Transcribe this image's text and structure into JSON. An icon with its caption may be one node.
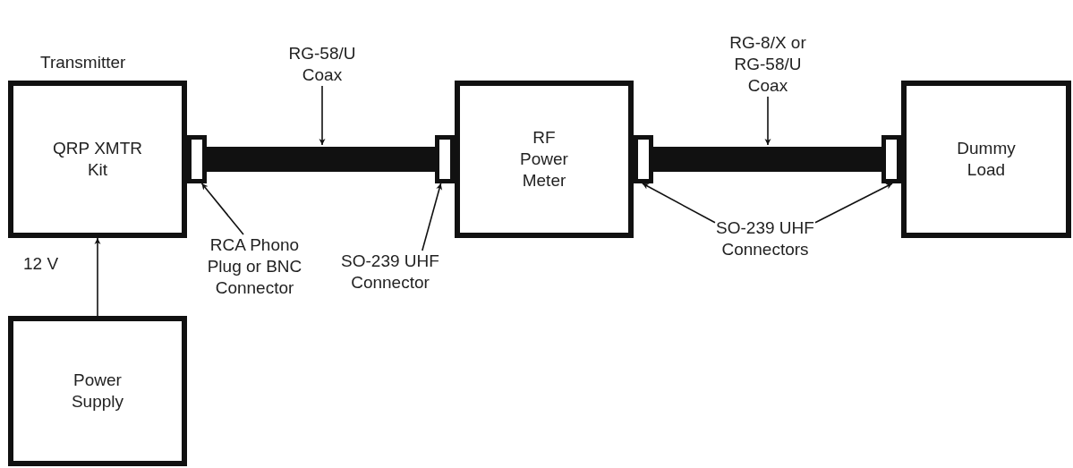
{
  "diagram": {
    "nodes": [
      {
        "text": [
          "QRP XMTR Kit"
        ],
        "beside": [
          "Transmitter"
        ]
      },
      {
        "text": [],
        "shape": "box"
      },
      {
        "text": [],
        "shape": "box"
      },
      {
        "text": [
          "RF Power Meter"
        ]
      },
      {
        "text": [],
        "shape": "box"
      },
      {
        "text": [],
        "shape": "box"
      },
      {
        "text": [
          "Dummy Load"
        ]
      },
      {
        "text": [
          "RG-58/U Coax"
        ]
      },
      {
        "text": [
          "RG-8/X or RG-58/U Coax"
        ]
      },
      {
        "text": [
          "RCA Phono Plug or BNC Connector"
        ]
      },
      {
        "text": [
          "SO-239 UHF Connector"
        ]
      },
      {
        "text": [
          "SO-239 UHF Connectors"
        ]
      },
      {
        "text": [
          "Power Supply"
        ]
      }
    ],
    "edges": [
      {
        "from": 12,
        "to": 0,
        "arrow": "to",
        "label": "12 V"
      },
      {
        "from": 1,
        "to": 2,
        "arrow": "none",
        "style": "thick"
      },
      {
        "from": 4,
        "to": 5,
        "arrow": "none",
        "style": "thick"
      },
      {
        "from": 7,
        "to": null,
        "arrow": "to"
      },
      {
        "from": 8,
        "to": null,
        "arrow": "to"
      },
      {
        "from": 9,
        "to": 1,
        "arrow": "to"
      },
      {
        "from": 10,
        "to": 2,
        "arrow": "to"
      },
      {
        "from": 11,
        "to": 4,
        "arrow": "to"
      },
      {
        "from": 11,
        "to": 5,
        "arrow": "to"
      }
    ]
  }
}
